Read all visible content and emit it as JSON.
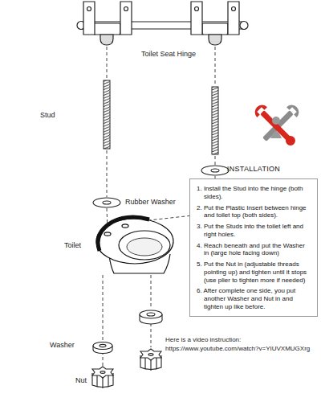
{
  "diagram": {
    "nodes": [
      {
        "text": [
          "INSTALLATION",
          "1. Install the Stud into the hinge (both sides).",
          "2. Put the Plastic Insert between hinge and toilet top (both sides).",
          "3. Put the Studs into the toilet left and right holes.",
          "4. Reach beneath and put the Washer in (large hole facing down)",
          "5. Put the Nut in (adjustable threads pointing up) and tighten until it stops (use plier to tighten more if needed)",
          "6. After complete one side, you put another Washer and Nut in and tighten up like before."
        ]
      }
    ],
    "labels": [
      "Toilet Seat Hinge",
      "Stud",
      "Rubber Washer",
      "Toilet",
      "Washer",
      "Nut",
      "Here is a video instruction: https://www.youtube.com/watch?v=YIUVXMUGXrg"
    ]
  }
}
